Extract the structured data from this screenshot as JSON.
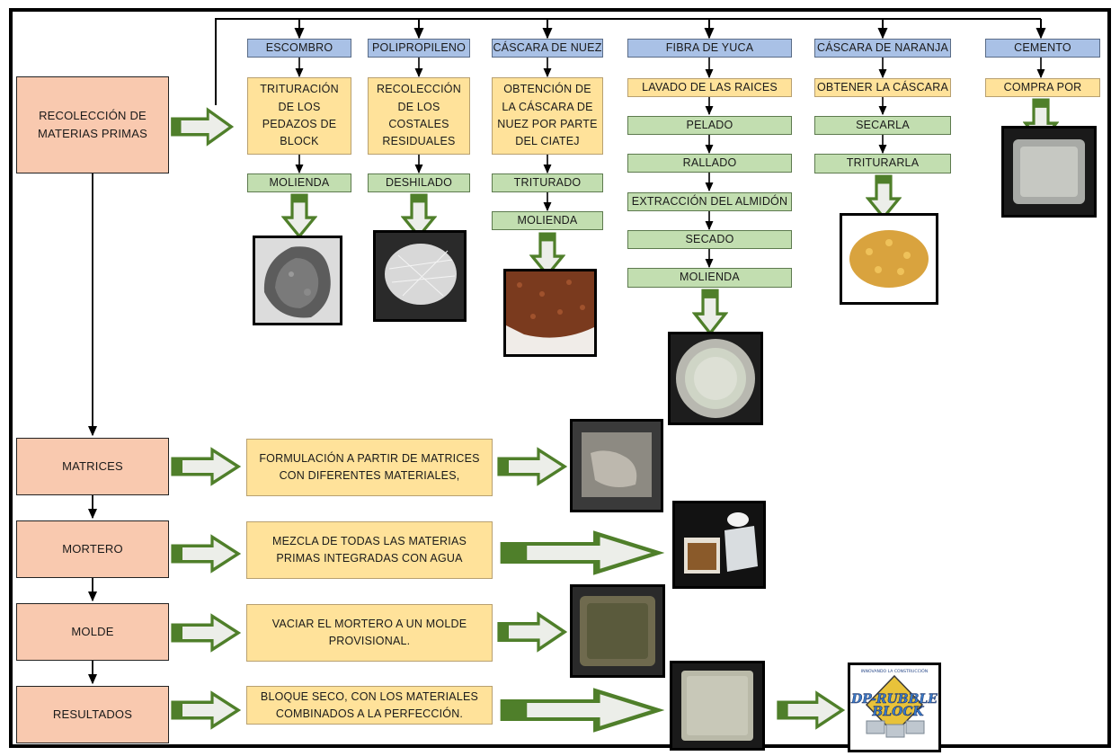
{
  "stages": {
    "raw_materials": "RECOLECCIÓN DE MATERIAS PRIMAS",
    "matrices": "MATRICES",
    "mortar": "MORTERO",
    "mold": "MOLDE",
    "results": "RESULTADOS"
  },
  "materials": {
    "escombro": {
      "title": "ESCOMBRO",
      "steps": [
        "TRITURACIÓN DE LOS PEDAZOS DE BLOCK",
        "MOLIENDA"
      ]
    },
    "polipropileno": {
      "title": "POLIPROPILENO",
      "steps": [
        "RECOLECCIÓN DE LOS COSTALES RESIDUALES",
        "DESHILADO"
      ]
    },
    "cascara_nuez": {
      "title": "CÁSCARA DE NUEZ",
      "steps": [
        "OBTENCIÓN DE LA CÁSCARA DE NUEZ POR PARTE DEL CIATEJ",
        "TRITURADO",
        "MOLIENDA"
      ]
    },
    "fibra_yuca": {
      "title": "FIBRA DE YUCA",
      "steps": [
        "LAVADO DE LAS RAICES",
        "PELADO",
        "RALLADO",
        "EXTRACCIÓN DEL ALMIDÓN",
        "SECADO",
        "MOLIENDA"
      ]
    },
    "cascara_naranja": {
      "title": "CÁSCARA DE NARANJA",
      "steps": [
        "OBTENER LA CÁSCARA",
        "SECARLA",
        "TRITURARLA"
      ]
    },
    "cemento": {
      "title": "CEMENTO",
      "steps": [
        "COMPRA POR"
      ]
    }
  },
  "descriptions": {
    "matrices": "FORMULACIÓN A PARTIR DE MATRICES CON DIFERENTES MATERIALES,",
    "mortar": "MEZCLA DE TODAS LAS MATERIAS PRIMAS INTEGRADAS CON AGUA",
    "mold": "VACIAR EL MORTERO A UN MOLDE PROVISIONAL.",
    "results": "BLOQUE SECO, CON LOS MATERIALES COMBINADOS A LA PERFECCIÓN."
  },
  "logo": {
    "tagline": "INNOVANDO LA CONSTRUCCIÓN",
    "name_line1": "DP-RUBBLE",
    "name_line2": "BLOCK"
  },
  "colors": {
    "header_blue": "#a9c1e6",
    "step_yellow": "#ffe29a",
    "step_green": "#c2deb0",
    "stage_salmon": "#f9c9af",
    "arrow_green": "#4f7f2a"
  }
}
